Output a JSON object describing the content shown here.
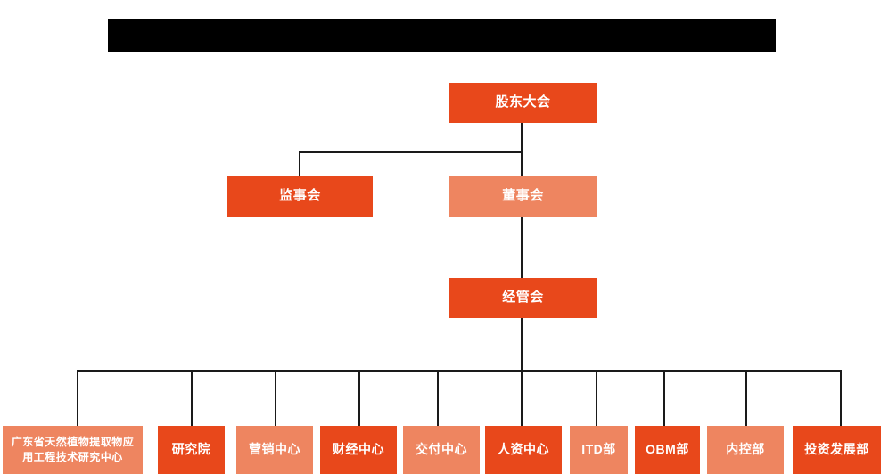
{
  "chart": {
    "type": "org-chart",
    "title_bar": {
      "redacted": true,
      "label": ""
    },
    "colors": {
      "strong_orange": "#E8481B",
      "light_salmon": "#EE8560",
      "line": "#1A1A1A",
      "background": "#FFFFFF",
      "text": "#FFFFFF"
    },
    "levels": [
      {
        "level": 1,
        "nodes": [
          {
            "id": "shareholders",
            "label": "股东大会",
            "color": "strong"
          }
        ]
      },
      {
        "level": 2,
        "nodes": [
          {
            "id": "supervisors",
            "label": "监事会",
            "color": "strong"
          },
          {
            "id": "directors",
            "label": "董事会",
            "color": "light"
          }
        ]
      },
      {
        "level": 3,
        "nodes": [
          {
            "id": "management",
            "label": "经管会",
            "color": "strong"
          }
        ]
      },
      {
        "level": 4,
        "nodes": [
          {
            "id": "research-center",
            "label_line1": "广东省天然植物提取物应",
            "label_line2": "用工程技术研究中心",
            "color": "light"
          },
          {
            "id": "research-institute",
            "label": "研究院",
            "color": "strong"
          },
          {
            "id": "marketing-center",
            "label": "营销中心",
            "color": "light"
          },
          {
            "id": "finance-center",
            "label": "财经中心",
            "color": "strong"
          },
          {
            "id": "delivery-center",
            "label": "交付中心",
            "color": "light"
          },
          {
            "id": "hr-center",
            "label": "人资中心",
            "color": "strong"
          },
          {
            "id": "itd-dept",
            "label": "ITD部",
            "color": "light"
          },
          {
            "id": "obm-dept",
            "label": "OBM部",
            "color": "strong"
          },
          {
            "id": "internal-control-dept",
            "label": "内控部",
            "color": "light"
          },
          {
            "id": "investment-dev-dept",
            "label": "投资发展部",
            "color": "strong"
          }
        ]
      }
    ]
  }
}
